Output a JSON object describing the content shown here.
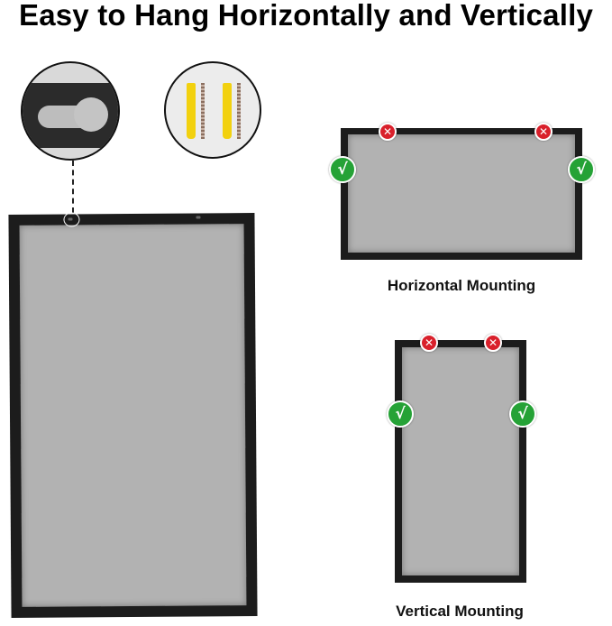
{
  "title": "Easy to Hang Horizontally and Vertically",
  "labels": {
    "horizontal": "Horizontal Mounting",
    "vertical": "Vertical Mounting"
  },
  "icons": {
    "wrong": "cross-icon",
    "right": "check-icon"
  },
  "badge_glyphs": {
    "wrong": "✕",
    "right": "√"
  },
  "colors": {
    "frame": "#1c1c1c",
    "panel": "#b2b2b2",
    "wrong": "#d9202b",
    "right": "#25a236",
    "anchor": "#f2d10f"
  }
}
